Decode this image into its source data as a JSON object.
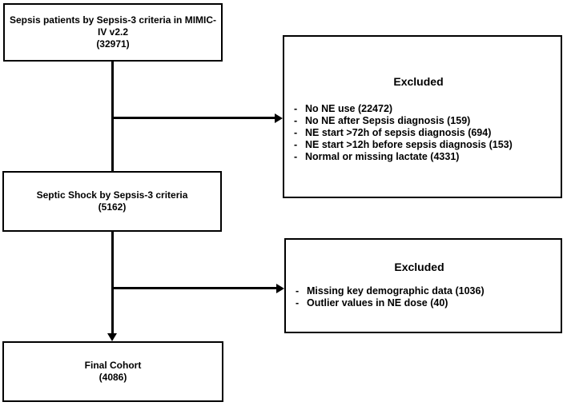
{
  "figure": {
    "type": "flow-diagram",
    "bullet_char": "-",
    "colors": {
      "background": "#ffffff",
      "box_border": "#000000",
      "text": "#000000",
      "line": "#000000"
    }
  },
  "boxes": {
    "sepsis": {
      "lines": [
        "Sepsis patients by Sepsis-3 criteria in MIMIC-",
        "IV v2.2",
        "(32971)"
      ]
    },
    "excluded1": {
      "title": "Excluded",
      "items": [
        "No NE use (22472)",
        "No NE after Sepsis diagnosis (159)",
        "NE start >72h of sepsis diagnosis (694)",
        "NE start >12h before sepsis diagnosis (153)",
        "Normal or missing lactate (4331)"
      ]
    },
    "septic_shock": {
      "lines": [
        "Septic Shock by Sepsis-3 criteria",
        "(5162)"
      ]
    },
    "excluded2": {
      "title": "Excluded",
      "items": [
        "Missing key demographic data (1036)",
        "Outlier values in NE dose (40)"
      ]
    },
    "final": {
      "lines": [
        "Final Cohort",
        "(4086)"
      ]
    }
  }
}
